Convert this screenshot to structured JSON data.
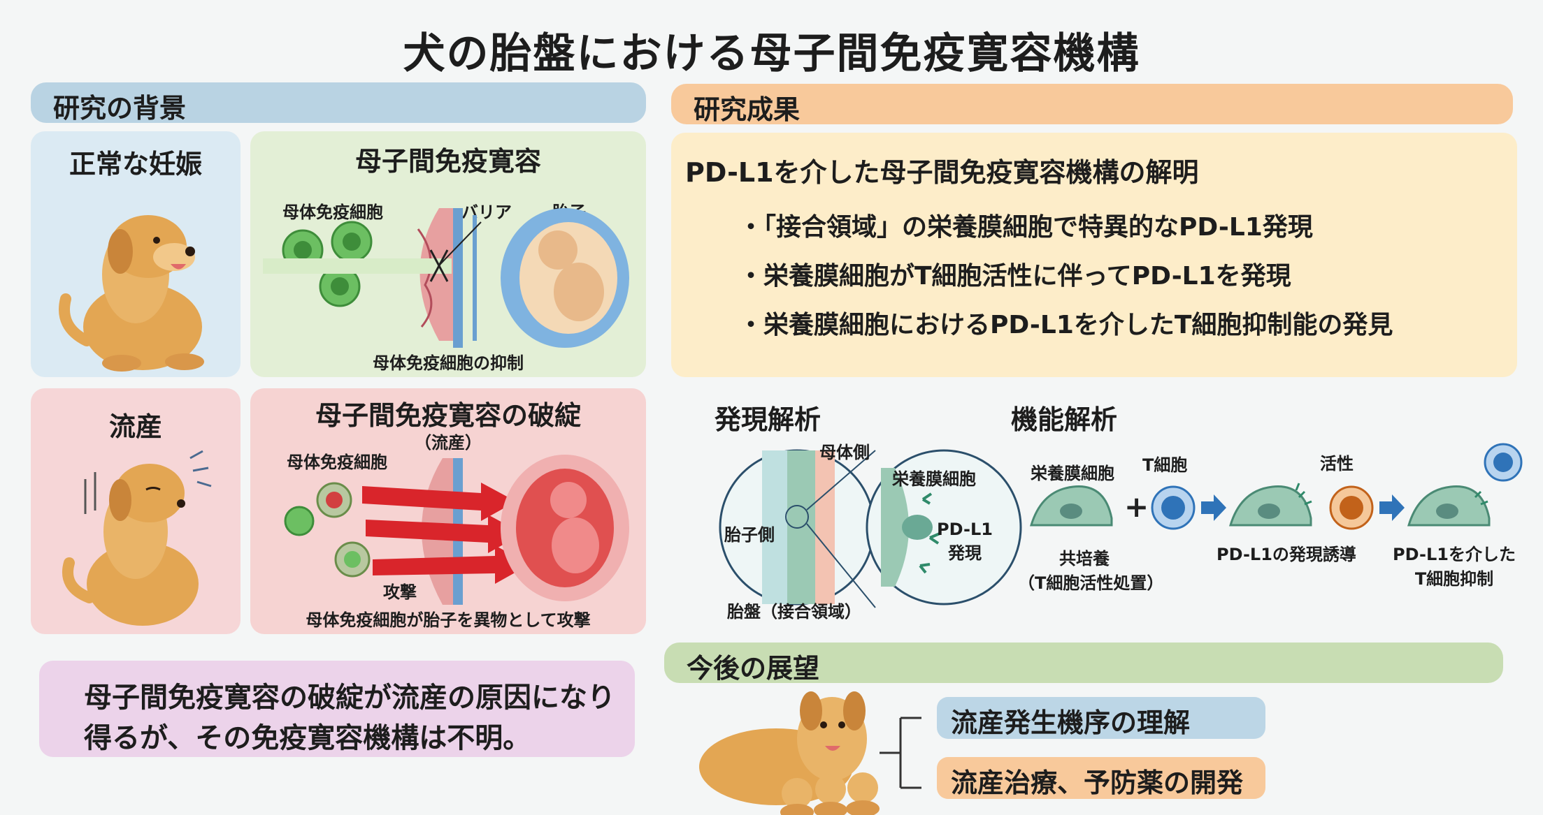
{
  "title": "犬の胎盤における母子間免疫寛容機構",
  "background": {
    "header": "研究の背景",
    "normal": {
      "title": "正常な妊娠"
    },
    "tolerance": {
      "title": "母子間免疫寛容",
      "maternal_cells": "母体免疫細胞",
      "barrier": "バリア",
      "fetus": "胎子",
      "caption": "母体免疫細胞の抑制"
    },
    "miscarriage": {
      "title": "流産"
    },
    "breakdown": {
      "title": "母子間免疫寛容の破綻",
      "subtitle": "（流産）",
      "maternal_cells": "母体免疫細胞",
      "attack": "攻撃",
      "caption": "母体免疫細胞が胎子を異物として攻撃"
    },
    "summary": "母子間免疫寛容の破綻が流産の原因になり得るが、その免疫寛容機構は不明。"
  },
  "results": {
    "header": "研究成果",
    "headline": "PD-L1を介した母子間免疫寛容機構の解明",
    "bullets": [
      "・「接合領域」の栄養膜細胞で特異的なPD-L1発現",
      "・栄養膜細胞がT細胞活性に伴ってPD-L1を発現",
      "・栄養膜細胞におけるPD-L1を介したT細胞抑制能の発見"
    ],
    "expression": {
      "title": "発現解析",
      "maternal_side": "母体側",
      "fetal_side": "胎子側",
      "trophoblast": "栄養膜細胞",
      "pdl1_line1": "PD-L1",
      "pdl1_line2": "発現",
      "placenta": "胎盤（接合領域）"
    },
    "function": {
      "title": "機能解析",
      "trophoblast": "栄養膜細胞",
      "tcell": "T細胞",
      "activation": "活性",
      "coculture": "共培養",
      "coculture_note": "（T細胞活性処置）",
      "induction": "PD-L1の発現誘導",
      "inhibit_line1": "PD-L1を介した",
      "inhibit_line2": "T細胞抑制"
    }
  },
  "outlook": {
    "header": "今後の展望",
    "items": [
      "流産発生機序の理解",
      "流産治療、予防薬の開発"
    ]
  },
  "colors": {
    "blue_bar": "#b9d3e3",
    "orange_bar": "#f8c99b",
    "green_bar": "#c8ddb3",
    "dog": "#e3a653",
    "immune_cell": "#6cbf62",
    "attack_red": "#d9252b",
    "trophoblast": "#9bc9b4",
    "tcell": "#2f73b8"
  }
}
